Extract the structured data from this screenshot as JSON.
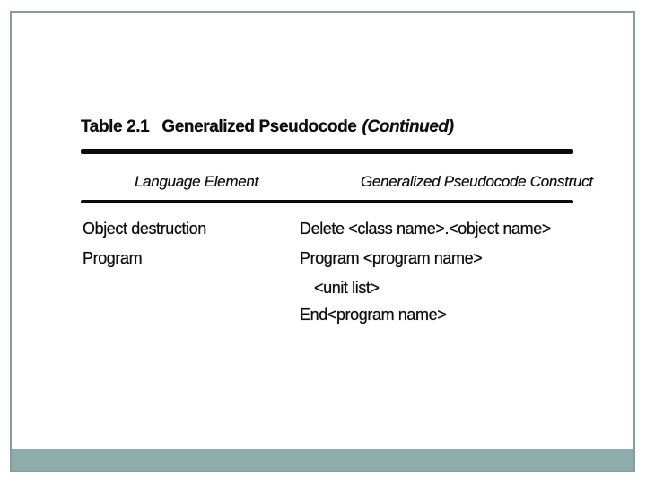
{
  "slide": {
    "background_color": "#ffffff",
    "frame_border_color": "#8a9b9d",
    "bottom_bar_color": "#8dacab",
    "ink_color": "#0e0e0e"
  },
  "table": {
    "title": {
      "number": "Table 2.1",
      "text": "Generalized Pseudocode",
      "continued": "(Continued)"
    },
    "columns": [
      "Language Element",
      "Generalized Pseudocode Construct"
    ],
    "rows": [
      {
        "element": "Object destruction",
        "construct": [
          "Delete <class name>.<object name>"
        ]
      },
      {
        "element": "Program",
        "construct": [
          "Program <program name>",
          "<unit list>",
          "End<program name>"
        ]
      }
    ]
  }
}
